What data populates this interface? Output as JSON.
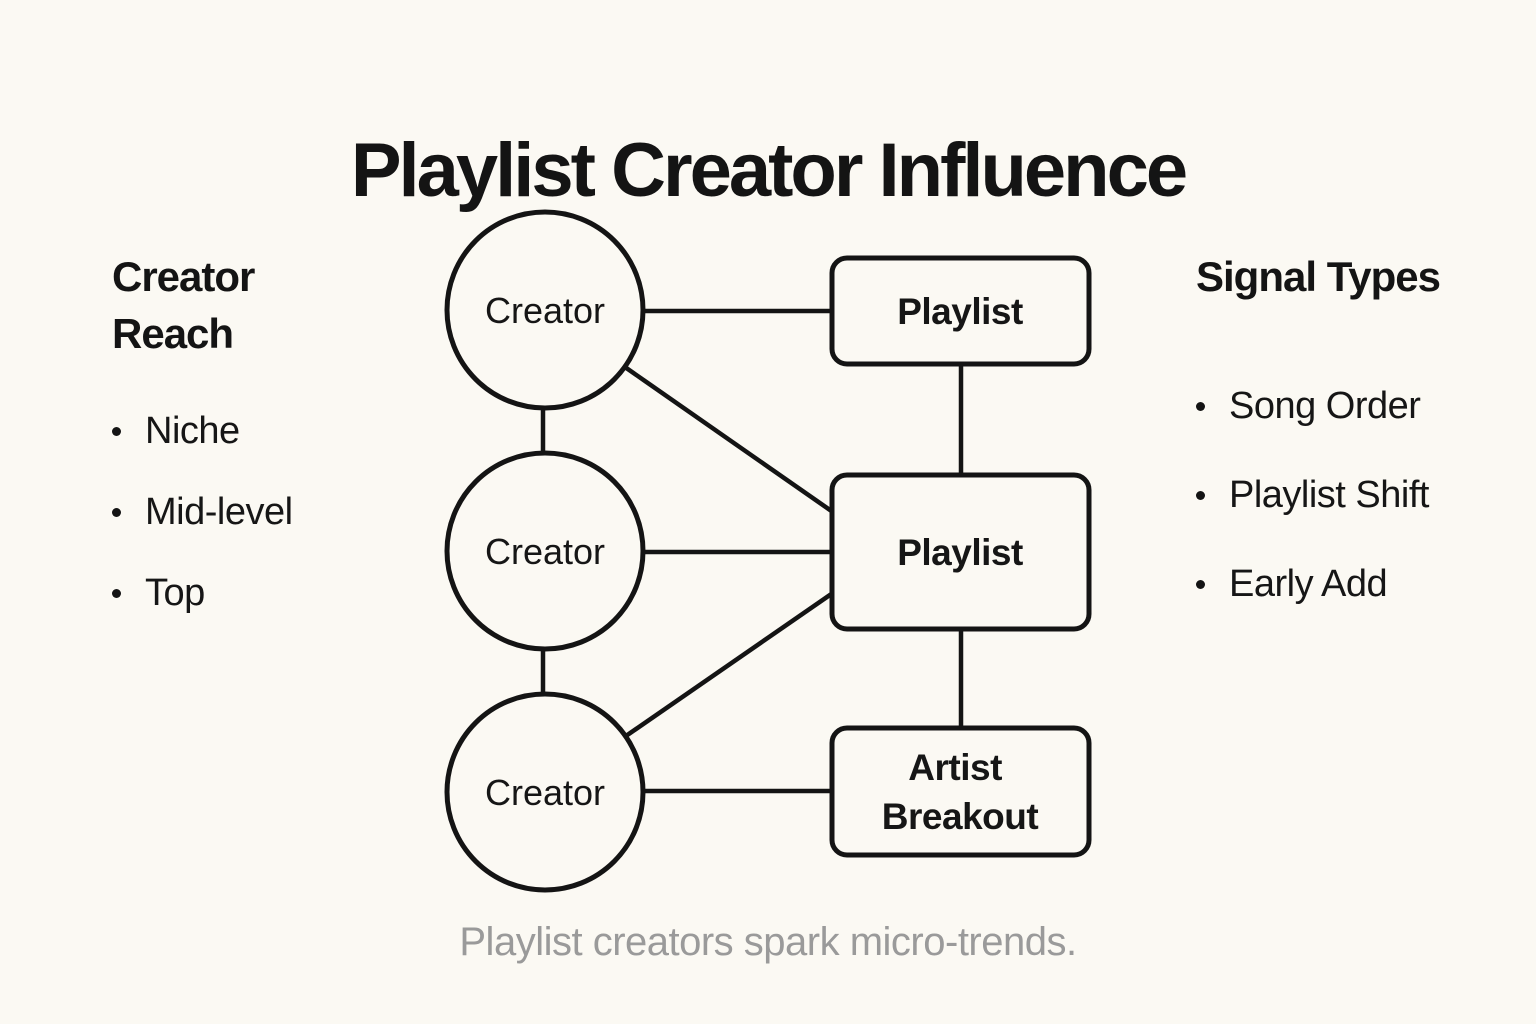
{
  "title": "Playlist Creator Influence",
  "caption": "Playlist creators spark micro-trends.",
  "left_panel": {
    "heading": "Creator Reach",
    "items": [
      "Niche",
      "Mid-level",
      "Top"
    ]
  },
  "right_panel": {
    "heading": "Signal Types",
    "items": [
      "Song Order",
      "Playlist Shift",
      "Early Add"
    ]
  },
  "diagram": {
    "nodes": [
      {
        "id": "creator-1",
        "type": "circle",
        "label": "Creator"
      },
      {
        "id": "creator-2",
        "type": "circle",
        "label": "Creator"
      },
      {
        "id": "creator-3",
        "type": "circle",
        "label": "Creator"
      },
      {
        "id": "playlist-1",
        "type": "rect",
        "label": "Playlist"
      },
      {
        "id": "playlist-2",
        "type": "rect",
        "label": "Playlist"
      },
      {
        "id": "artist-breakout",
        "type": "rect",
        "label": "Artist Breakout",
        "label_lines": [
          "Artist",
          "Breakout"
        ]
      }
    ],
    "edges": [
      {
        "from": "creator-1",
        "to": "playlist-1"
      },
      {
        "from": "creator-1",
        "to": "creator-2"
      },
      {
        "from": "creator-1",
        "to": "playlist-2"
      },
      {
        "from": "creator-2",
        "to": "playlist-2"
      },
      {
        "from": "creator-2",
        "to": "creator-3"
      },
      {
        "from": "creator-3",
        "to": "playlist-2"
      },
      {
        "from": "creator-3",
        "to": "artist-breakout"
      },
      {
        "from": "playlist-1",
        "to": "playlist-2"
      },
      {
        "from": "playlist-2",
        "to": "artist-breakout"
      }
    ]
  },
  "colors": {
    "background": "#FBF9F3",
    "stroke": "#141414",
    "caption_text": "#9A9A9A"
  }
}
